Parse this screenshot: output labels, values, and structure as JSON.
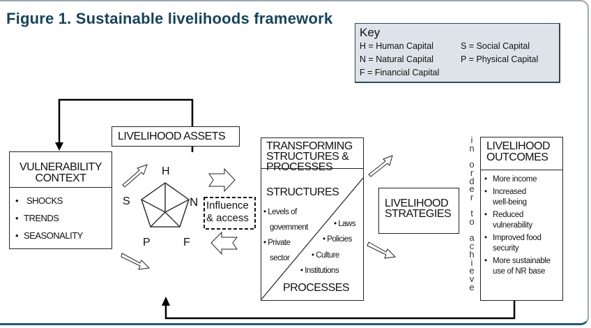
{
  "figure": {
    "title": "Figure 1.  Sustainable livelihoods framework"
  },
  "key": {
    "heading": "Key",
    "items": [
      {
        "code": "H",
        "label": "H = Human Capital"
      },
      {
        "code": "S",
        "label": "S = Social Capital"
      },
      {
        "code": "N",
        "label": "N = Natural Capital"
      },
      {
        "code": "P",
        "label": "P = Physical Capital"
      },
      {
        "code": "F",
        "label": "F = Financial Capital"
      }
    ]
  },
  "vulnerability": {
    "title_line1": "VULNERABILITY",
    "title_line2": "CONTEXT",
    "items": [
      "SHOCKS",
      "TRENDS",
      "SEASONALITY"
    ]
  },
  "assets": {
    "title": "LIVELIHOOD ASSETS",
    "pentagon_labels": {
      "top": "H",
      "right": "N",
      "bottom_right": "F",
      "bottom_left": "P",
      "left": "S"
    }
  },
  "influence": {
    "line1": "Influence",
    "line2": "& access"
  },
  "transforming": {
    "title_line1": "TRANSFORMING",
    "title_line2": "STRUCTURES &",
    "title_line3": "PROCESSES",
    "structures_label": "STRUCTURES",
    "structures_items": [
      "Levels of",
      "government",
      "Private",
      "sector"
    ],
    "processes_label": "PROCESSES",
    "processes_items": [
      "Laws",
      "Policies",
      "Culture",
      "Institutions"
    ]
  },
  "strategies": {
    "line1": "LIVELIHOOD",
    "line2": "STRATEGIES"
  },
  "connector_text": "in order to achieve",
  "connector_letters": [
    "i",
    "n",
    "",
    "o",
    "r",
    "d",
    "e",
    "r",
    "",
    "t",
    "o",
    "",
    "a",
    "c",
    "h",
    "i",
    "e",
    "v",
    "e"
  ],
  "outcomes": {
    "title_line1": "LIVELIHOOD",
    "title_line2": "OUTCOMES",
    "items": [
      {
        "line1": "More income",
        "line2": ""
      },
      {
        "line1": "Increased",
        "line2": "well-being"
      },
      {
        "line1": "Reduced",
        "line2": "vulnerability"
      },
      {
        "line1": "Improved food",
        "line2": "security"
      },
      {
        "line1": "More sustainable",
        "line2": "use of NR base"
      }
    ]
  },
  "colors": {
    "title": "#17435a",
    "key_bg": "#dde3e8",
    "frame_bottom": "#1f5a6e",
    "frame_top": "#9aa7b0"
  }
}
